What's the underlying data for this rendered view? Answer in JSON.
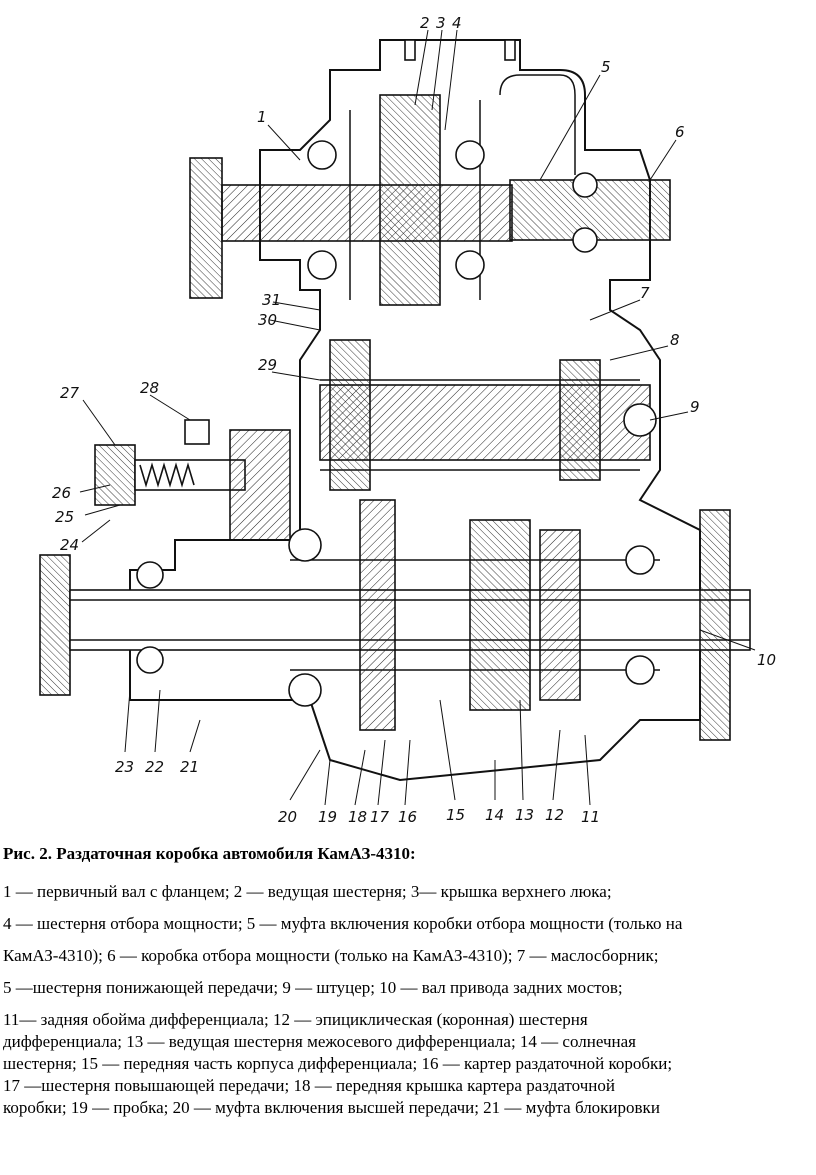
{
  "figure": {
    "callouts": [
      "1",
      "2",
      "3",
      "4",
      "5",
      "6",
      "7",
      "8",
      "9",
      "10",
      "11",
      "12",
      "13",
      "14",
      "15",
      "16",
      "17",
      "18",
      "19",
      "20",
      "21",
      "22",
      "23",
      "24",
      "25",
      "26",
      "27",
      "28",
      "29",
      "30",
      "31"
    ]
  },
  "caption": {
    "title": "Рис. 2.  Раздаточная коробка автомобиля КамАЗ-4310:",
    "lines": [
      "1 — первичный вал с фланцем; 2 — ведущая шестерня; 3— крышка верхнего люка;",
      "4 — шестерня отбора мощности; 5 — муфта включения коробки отбора мощности (только на",
      "КамАЗ-4310); 6 — коробка отбора мощности (только на КамАЗ-4310); 7 — маслосборник;",
      "5 —шестерня понижающей передачи; 9 — штуцер; 10 — вал привода задних мостов;",
      "11— задняя обойма дифференциала; 12 — эпициклическая (коронная) шестерня",
      "дифференциала; 13 — ведущая шестерня межосевого дифференциала; 14 — солнечная",
      "шестерня; 15 — передняя часть корпуса дифференциала; 16 — картер раздаточной коробки;",
      "17 —шестерня повышающей передачи; 18 — передняя крышка картера раздаточной",
      "коробки; 19 — пробка; 20 — муфта включения высшей передачи; 21 — муфта блокировки"
    ]
  }
}
